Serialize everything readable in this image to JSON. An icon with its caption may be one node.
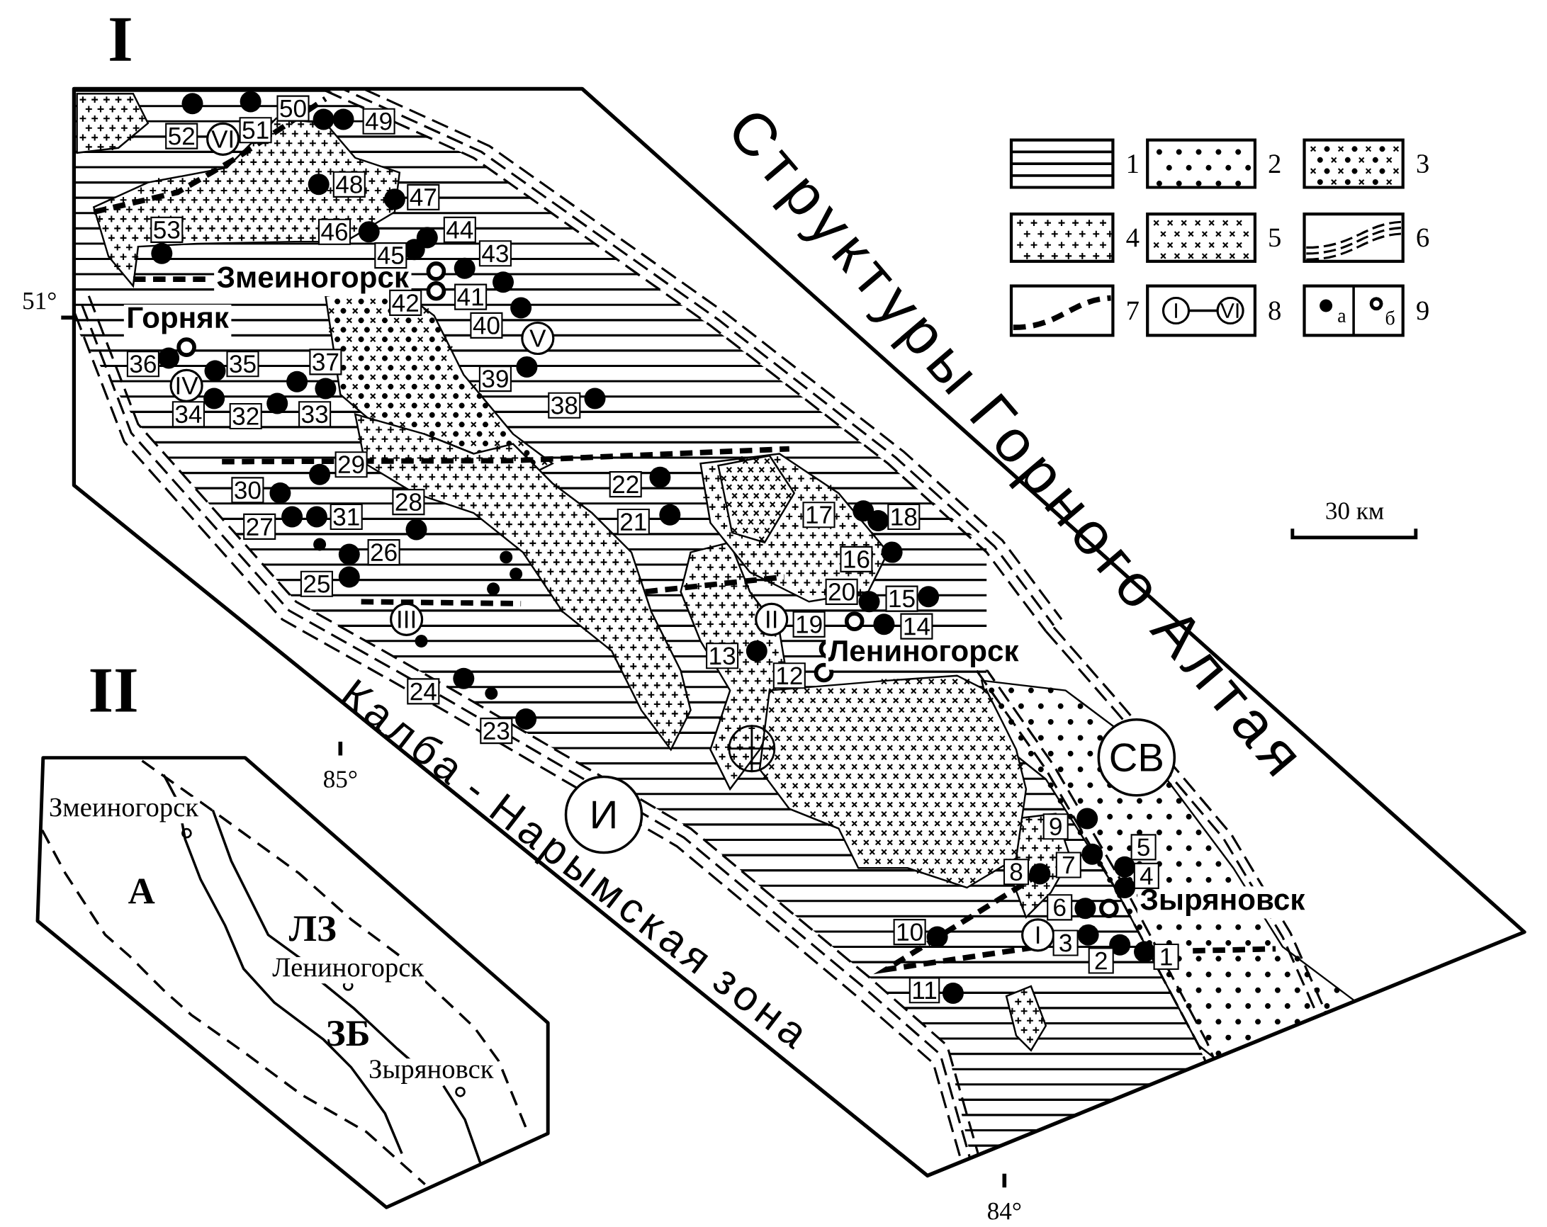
{
  "diagram": {
    "labels": [
      "I",
      "II",
      "Змеиногорск",
      "Горняк",
      "Лениногорск",
      "Зыряновск",
      "Структуры Горного Алтая",
      "Калба - Нарымская зона",
      "СВ",
      "И",
      "51°",
      "85°",
      "84°",
      "30 км",
      "VI",
      "V",
      "IV",
      "III",
      "II",
      "I",
      "I",
      "VI",
      "а",
      "б",
      "Змеиногорск",
      "А",
      "ЛЗ",
      "Лениногорск",
      "ЗБ",
      "Зыряновск",
      "1",
      "2",
      "3",
      "4",
      "5",
      "6",
      "7",
      "8",
      "9",
      "10",
      "11",
      "12",
      "13",
      "14",
      "15",
      "16",
      "17",
      "18",
      "19",
      "20",
      "21",
      "22",
      "23",
      "24",
      "25",
      "26",
      "27",
      "28",
      "29",
      "30",
      "31",
      "32",
      "33",
      "34",
      "35",
      "36",
      "37",
      "38",
      "39",
      "40",
      "41",
      "42",
      "43",
      "44",
      "45",
      "46",
      "47",
      "48",
      "49",
      "50",
      "51",
      "52",
      "53"
    ],
    "legend": [
      {
        "text": "1"
      },
      {
        "text": "2"
      },
      {
        "text": "3"
      },
      {
        "text": "4"
      },
      {
        "text": "5"
      },
      {
        "text": "6"
      },
      {
        "text": "7"
      },
      {
        "text": "8"
      },
      {
        "text": "9"
      }
    ]
  }
}
